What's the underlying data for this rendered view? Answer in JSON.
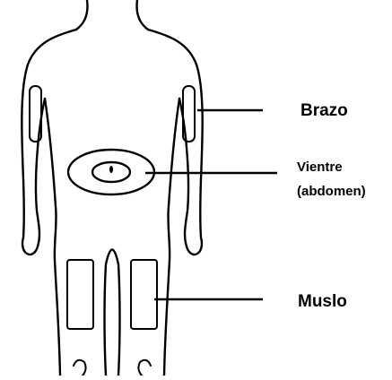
{
  "diagram": {
    "labels": {
      "arm": "Brazo",
      "belly_line1": "Vientre",
      "belly_line2": "(abdomen)",
      "thigh": "Muslo"
    },
    "ink_color": "#000000",
    "background": "#ffffff"
  }
}
